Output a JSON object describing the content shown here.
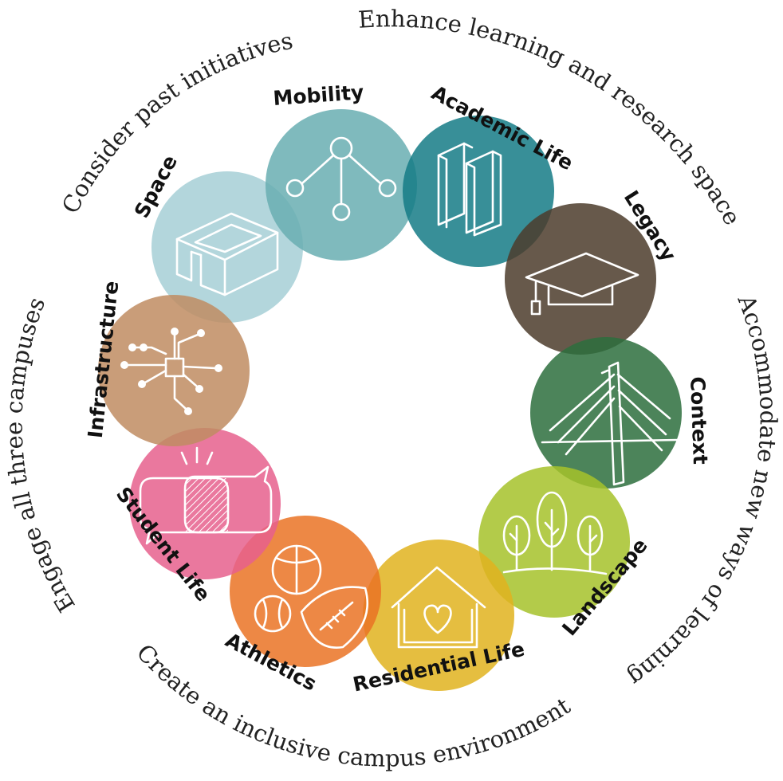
{
  "outer_phrases": {
    "past": "Consider past initiatives",
    "enhance": "Enhance learning and research spaces",
    "accommodate": "Accommodate new ways of learning",
    "inclusive": "Create an inclusive campus environment",
    "engage": "Engage all three campuses"
  },
  "segments": {
    "mobility": {
      "label": "Mobility",
      "color": "#68aeb1",
      "icon": "network-nodes-icon"
    },
    "academic": {
      "label": "Academic Life",
      "color": "#157b86",
      "icon": "books-icon"
    },
    "legacy": {
      "label": "Legacy",
      "color": "#4c3c2c",
      "icon": "graduation-cap-icon"
    },
    "context": {
      "label": "Context",
      "color": "#2d6e3d",
      "icon": "bridge-icon"
    },
    "landscape": {
      "label": "Landscape",
      "color": "#a6c22a",
      "icon": "trees-icon"
    },
    "residential": {
      "label": "Residential Life",
      "color": "#e1b31f",
      "icon": "house-heart-icon"
    },
    "athletics": {
      "label": "Athletics",
      "color": "#ea7324",
      "icon": "sports-balls-icon"
    },
    "student": {
      "label": "Student Life",
      "color": "#e6608d",
      "icon": "speech-bubbles-icon"
    },
    "infrastructure": {
      "label": "Infrastructure",
      "color": "#bf8c62",
      "icon": "circuit-icon"
    },
    "space": {
      "label": "Space",
      "color": "#a6cfd6",
      "icon": "room-box-icon"
    }
  }
}
